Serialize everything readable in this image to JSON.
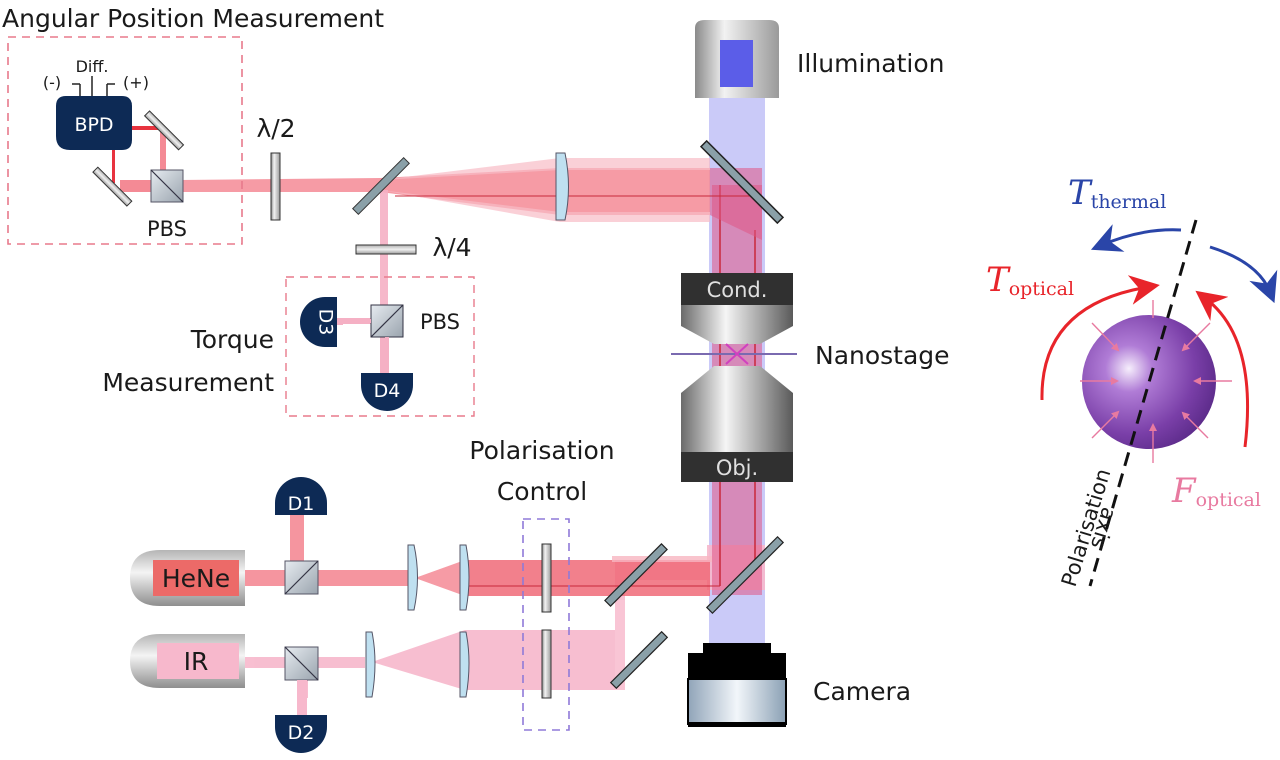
{
  "diagram": {
    "colors": {
      "red_beam": "#f06a78",
      "ir_beam": "#f7b8cc",
      "illumination": "#b8b8f5",
      "detector": "#0d2a55",
      "lens": "#bfe0f0",
      "sphere": "#7a3fa8",
      "thermal": "#2a45a8",
      "optical_torque": "#e8242a",
      "optical_force": "#e87aa0"
    },
    "sections": {
      "angular": {
        "title": "Angular Position Measurement"
      },
      "torque": {
        "line1": "Torque",
        "line2": "Measurement"
      },
      "polarisation": {
        "line1": "Polarisation",
        "line2": "Control"
      }
    },
    "components": {
      "bpd": "BPD",
      "diff": "Diff.",
      "minus": "(-)",
      "plus": "(+)",
      "pbs_top": "PBS",
      "pbs_torque": "PBS",
      "half_wave": "λ/2",
      "quarter_wave": "λ/4",
      "d1": "D1",
      "d2": "D2",
      "d3": "D3",
      "d4": "D4",
      "hene": "HeNe",
      "ir": "IR",
      "cond": "Cond.",
      "obj": "Obj.",
      "illumination": "Illumination",
      "nanostage": "Nanostage",
      "camera": "Camera"
    },
    "particle": {
      "t_thermal_main": "T",
      "t_thermal_sub": "thermal",
      "t_optical_main": "T",
      "t_optical_sub": "optical",
      "f_optical_main": "F",
      "f_optical_sub": "optical",
      "axis_line1": "Polarisation",
      "axis_line2": "axis"
    }
  }
}
